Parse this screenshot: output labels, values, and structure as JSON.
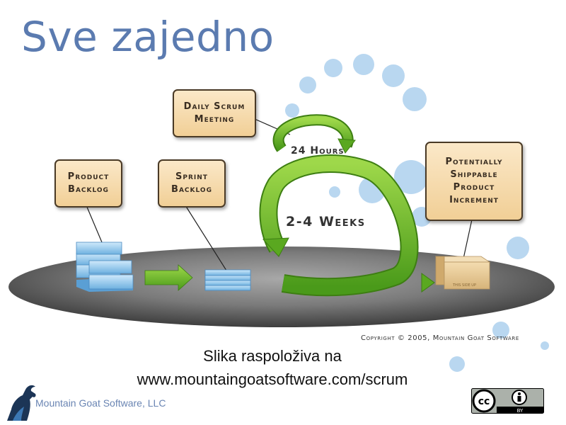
{
  "title": "Sve zajedno",
  "diagram": {
    "daily_scrum": "Daily Scrum\nMeeting",
    "product_backlog": "Product\nBacklog",
    "sprint_backlog": "Sprint\nBacklog",
    "increment": "Potentially\nShippable\nProduct\nIncrement",
    "hours": "24 Hours",
    "weeks": "2-4 Weeks",
    "copyright": "Copyright © 2005, Mountain Goat Software",
    "box_label": "THIS SIDE UP"
  },
  "caption": {
    "line1": "Slika raspoloživa na",
    "line2": "www.mountaingoatsoftware.com/scrum"
  },
  "footer": {
    "text": "Mountain Goat Software, LLC"
  },
  "license": {
    "cc": "cc",
    "by": "BY"
  },
  "colors": {
    "title": "#5b7bb0",
    "bubble": "#b9d7f0",
    "arrow_green": "#6fbf2a",
    "platform": "#6e6e6e"
  }
}
